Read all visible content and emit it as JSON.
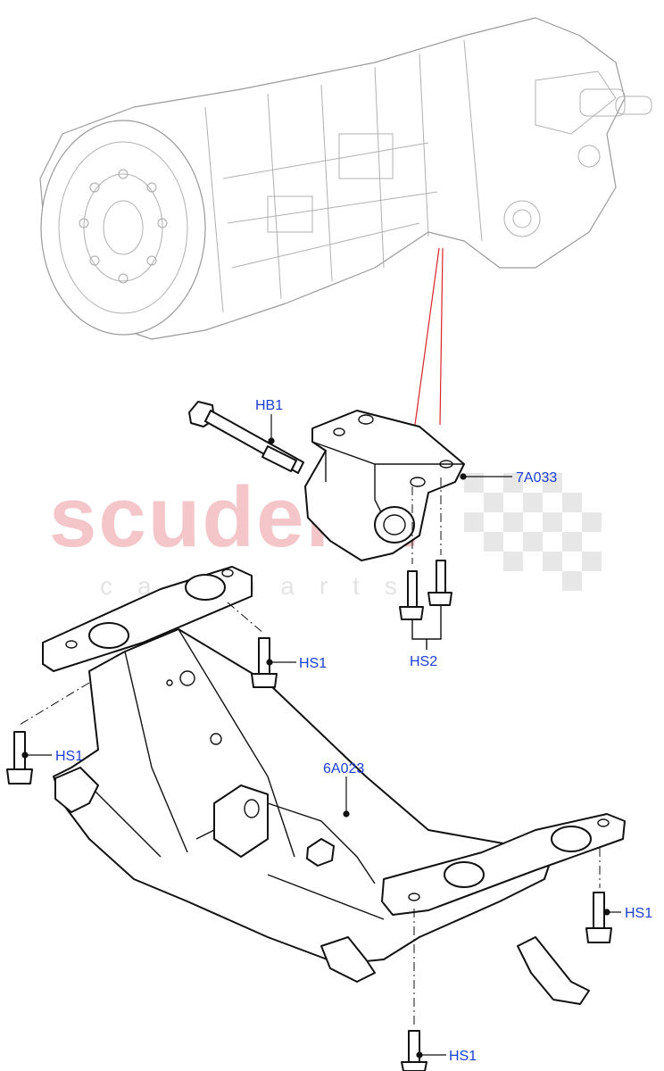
{
  "watermark": {
    "brand": "scuderia",
    "sub": "car parts"
  },
  "callouts": {
    "hb1": "HB1",
    "7a033": "7A033",
    "hs2": "HS2",
    "hs1_top": "HS1",
    "hs1_left": "HS1",
    "6a023": "6A023",
    "hs1_right": "HS1",
    "hs1_bottom": "HS1"
  },
  "colors": {
    "callout_text": "#1a3fd6",
    "leader_red": "#d8252b",
    "watermark_red": "#f4c6c9"
  }
}
